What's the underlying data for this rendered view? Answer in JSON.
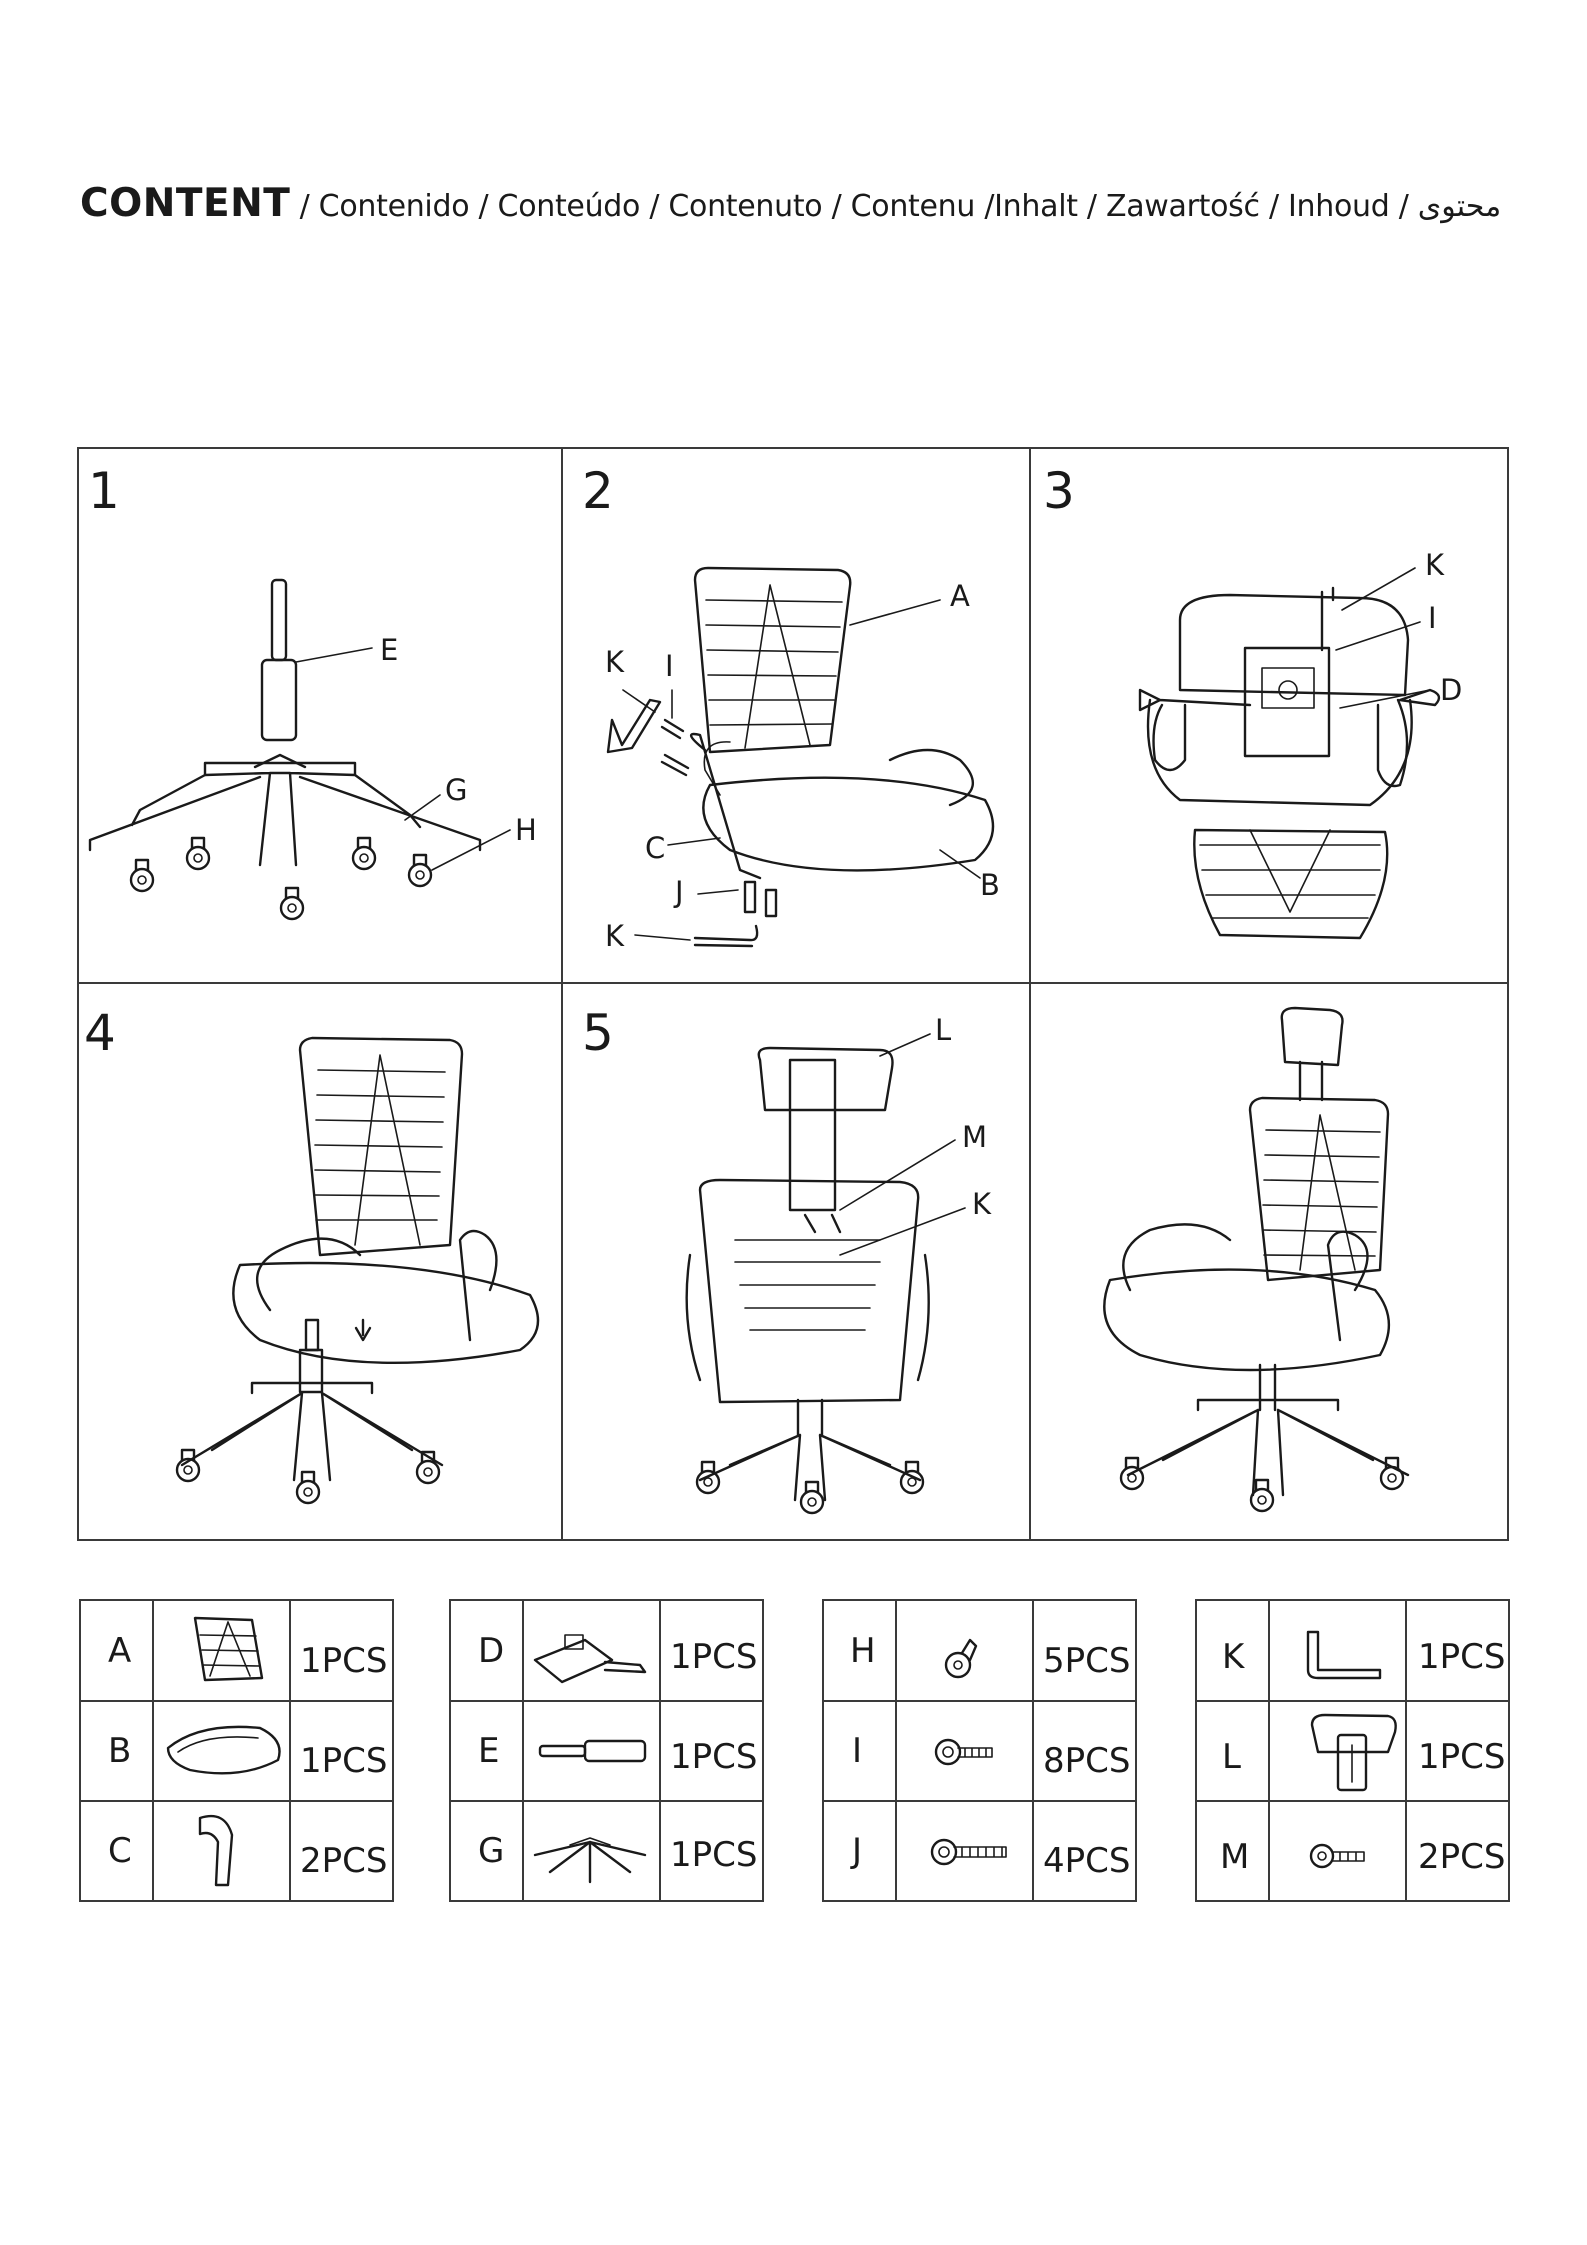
{
  "heading": {
    "bold": "CONTENT",
    "rest": " / Contenido / Conteúdo / Contenuto / Contenu /Inhalt / Zawartość / Inhoud  /  محتوى"
  },
  "steps": [
    {
      "number": "1",
      "labels": [
        "E",
        "G",
        "H"
      ]
    },
    {
      "number": "2",
      "labels": [
        "A",
        "K",
        "I",
        "C",
        "B",
        "J",
        "K"
      ]
    },
    {
      "number": "3",
      "labels": [
        "K",
        "I",
        "D"
      ]
    },
    {
      "number": "4",
      "labels": []
    },
    {
      "number": "5",
      "labels": [
        "L",
        "M",
        "K"
      ]
    },
    {
      "number": "",
      "labels": []
    }
  ],
  "parts_tables": [
    {
      "rows": [
        {
          "letter": "A",
          "qty": "1PCS",
          "icon": "backrest-icon"
        },
        {
          "letter": "B",
          "qty": "1PCS",
          "icon": "seat-cushion-icon"
        },
        {
          "letter": "C",
          "qty": "2PCS",
          "icon": "armrest-icon"
        }
      ]
    },
    {
      "rows": [
        {
          "letter": "D",
          "qty": "1PCS",
          "icon": "mechanism-plate-icon"
        },
        {
          "letter": "E",
          "qty": "1PCS",
          "icon": "gas-lift-icon"
        },
        {
          "letter": "G",
          "qty": "1PCS",
          "icon": "star-base-icon"
        }
      ]
    },
    {
      "rows": [
        {
          "letter": "H",
          "qty": "5PCS",
          "icon": "caster-wheel-icon"
        },
        {
          "letter": "I",
          "qty": "8PCS",
          "icon": "short-bolt-icon"
        },
        {
          "letter": "J",
          "qty": "4PCS",
          "icon": "long-bolt-icon"
        }
      ]
    },
    {
      "rows": [
        {
          "letter": "K",
          "qty": "1PCS",
          "icon": "allen-key-icon"
        },
        {
          "letter": "L",
          "qty": "1PCS",
          "icon": "headrest-icon"
        },
        {
          "letter": "M",
          "qty": "2PCS",
          "icon": "small-bolt-icon"
        }
      ]
    }
  ]
}
